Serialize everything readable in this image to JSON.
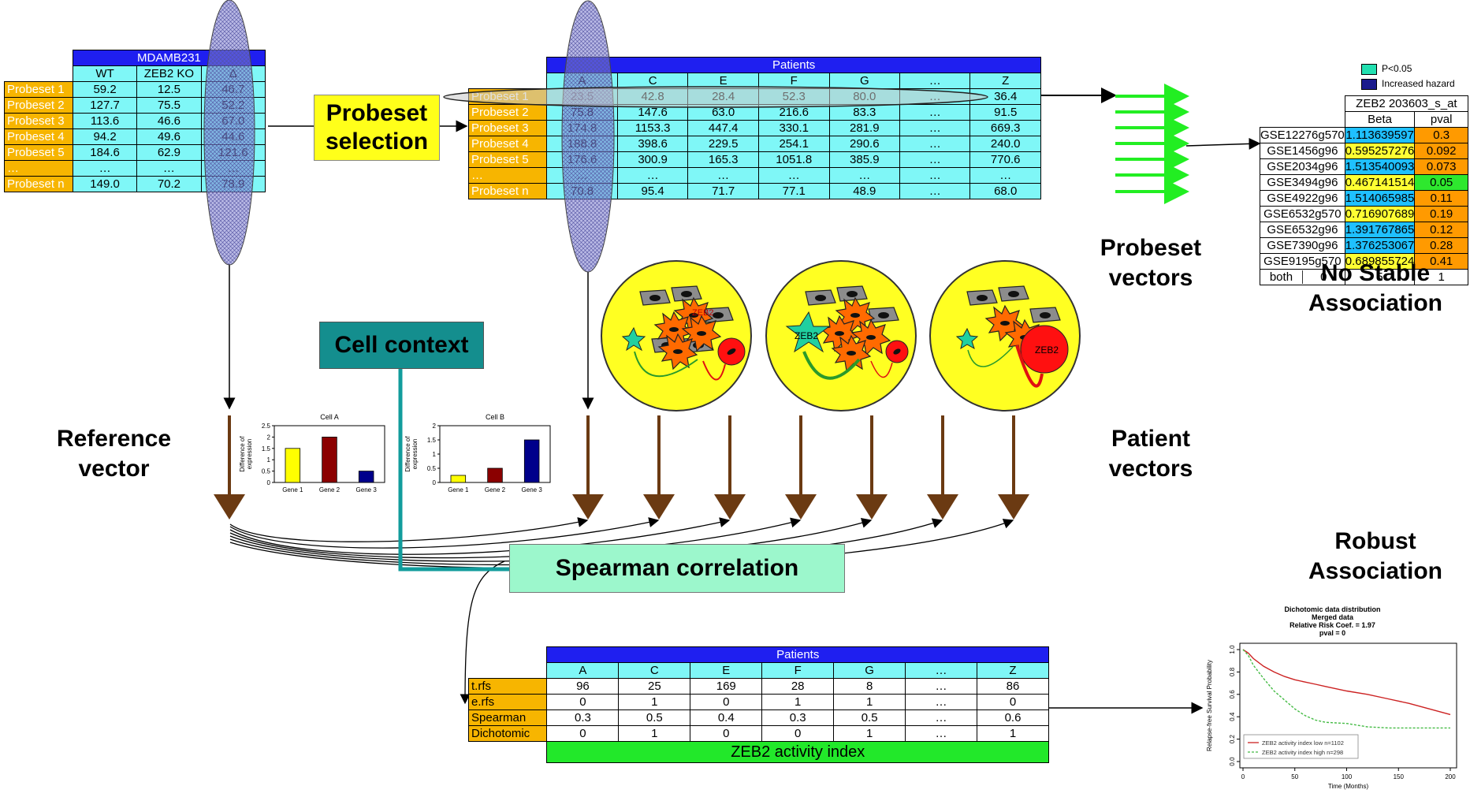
{
  "ref_table": {
    "title": "MDAMB231",
    "columns": [
      "WT",
      "ZEB2 KO",
      "Δ"
    ],
    "rows": [
      {
        "label": "Probeset 1",
        "values": [
          "59.2",
          "12.5",
          "46.7"
        ]
      },
      {
        "label": "Probeset 2",
        "values": [
          "127.7",
          "75.5",
          "52.2"
        ]
      },
      {
        "label": "Probeset 3",
        "values": [
          "113.6",
          "46.6",
          "67.0"
        ]
      },
      {
        "label": "Probeset 4",
        "values": [
          "94.2",
          "49.6",
          "44.6"
        ]
      },
      {
        "label": "Probeset 5",
        "values": [
          "184.6",
          "62.9",
          "121.6"
        ]
      },
      {
        "label": "…",
        "values": [
          "…",
          "…",
          "…"
        ]
      },
      {
        "label": "Probeset n",
        "values": [
          "149.0",
          "70.2",
          "78.9"
        ]
      }
    ]
  },
  "probeset_selection_label": "Probeset selection",
  "patients_table": {
    "title": "Patients",
    "columns": [
      "A",
      "C",
      "E",
      "F",
      "G",
      "…",
      "Z"
    ],
    "rows": [
      {
        "label": "Probeset 1",
        "values": [
          "23.5",
          "42.8",
          "28.4",
          "52.3",
          "80.0",
          "…",
          "36.4"
        ]
      },
      {
        "label": "Probeset 2",
        "values": [
          "75.8",
          "147.6",
          "63.0",
          "216.6",
          "83.3",
          "…",
          "91.5"
        ]
      },
      {
        "label": "Probeset 3",
        "values": [
          "174.8",
          "1153.3",
          "447.4",
          "330.1",
          "281.9",
          "…",
          "669.3"
        ]
      },
      {
        "label": "Probeset 4",
        "values": [
          "188.8",
          "398.6",
          "229.5",
          "254.1",
          "290.6",
          "…",
          "240.0"
        ]
      },
      {
        "label": "Probeset 5",
        "values": [
          "176.6",
          "300.9",
          "165.3",
          "1051.8",
          "385.9",
          "…",
          "770.6"
        ]
      },
      {
        "label": "…",
        "values": [
          "…",
          "…",
          "…",
          "…",
          "…",
          "…",
          "…"
        ]
      },
      {
        "label": "Probeset n",
        "values": [
          "70.8",
          "95.4",
          "71.7",
          "77.1",
          "48.9",
          "…",
          "68.0"
        ]
      }
    ]
  },
  "legend": {
    "p_label": "P<0.05",
    "hazard_label": "Increased hazard",
    "p_color": "#22e0b0",
    "hazard_color": "#1a1a8c"
  },
  "gse_table": {
    "title": "ZEB2 203603_s_at",
    "columns": [
      "Beta",
      "pval"
    ],
    "rows": [
      {
        "label": "GSE12276g570",
        "beta": "1.113639597",
        "pval": "0.3",
        "bc": "cb",
        "pc": "co"
      },
      {
        "label": "GSE1456g96",
        "beta": "0.595257276",
        "pval": "0.092",
        "bc": "cy",
        "pc": "co"
      },
      {
        "label": "GSE2034g96",
        "beta": "1.513540093",
        "pval": "0.073",
        "bc": "cb",
        "pc": "co"
      },
      {
        "label": "GSE3494g96",
        "beta": "0.467141514",
        "pval": "0.05",
        "bc": "cy",
        "pc": "cg"
      },
      {
        "label": "GSE4922g96",
        "beta": "1.514065985",
        "pval": "0.11",
        "bc": "cb",
        "pc": "co"
      },
      {
        "label": "GSE6532g570",
        "beta": "0.716907689",
        "pval": "0.19",
        "bc": "cy",
        "pc": "co"
      },
      {
        "label": "GSE6532g96",
        "beta": "1.391767865",
        "pval": "0.12",
        "bc": "cb",
        "pc": "co"
      },
      {
        "label": "GSE7390g96",
        "beta": "1.376253067",
        "pval": "0.28",
        "bc": "cb",
        "pc": "co"
      },
      {
        "label": "GSE9195g570",
        "beta": "0.689855724",
        "pval": "0.41",
        "bc": "cy",
        "pc": "co"
      }
    ],
    "footer": [
      "both",
      "0",
      "5",
      "1"
    ]
  },
  "labels": {
    "probeset_vectors": "Probeset vectors",
    "no_stable": "No Stable Association",
    "cell_context": "Cell context",
    "reference_vector": "Reference vector",
    "patient_vectors": "Patient vectors",
    "spearman": "Spearman correlation",
    "robust": "Robust Association",
    "zeb2_activity": "ZEB2 activity index"
  },
  "cell_zeb2_text": "ZEB2",
  "chart_data": [
    {
      "type": "bar",
      "title": "Cell A",
      "ylabel": "Difference of expression",
      "categories": [
        "Gene 1",
        "Gene 2",
        "Gene 3"
      ],
      "values": [
        1.5,
        2.0,
        0.5
      ],
      "colors": [
        "#ffff00",
        "#8b0000",
        "#00008b"
      ],
      "ylim": [
        0,
        2.5
      ],
      "ticks": [
        "0",
        "0.5",
        "1",
        "1.5",
        "2",
        "2.5"
      ]
    },
    {
      "type": "bar",
      "title": "Cell B",
      "ylabel": "Difference of expression",
      "categories": [
        "Gene 1",
        "Gene 2",
        "Gene 3"
      ],
      "values": [
        0.25,
        0.5,
        1.5
      ],
      "colors": [
        "#ffff00",
        "#8b0000",
        "#00008b"
      ],
      "ylim": [
        0,
        2
      ],
      "ticks": [
        "0",
        "0.5",
        "1",
        "1.5",
        "2"
      ]
    },
    {
      "type": "line",
      "title": "Dichotomic data distribution",
      "subtitle": "Merged data",
      "subtitle2": "Relative Risk Coef. = 1.97",
      "subtitle3": "pval = 0",
      "xlabel": "Time (Months)",
      "ylabel": "Relapse-free Survival Probability",
      "xlim": [
        0,
        200
      ],
      "ylim": [
        0,
        1
      ],
      "xticks": [
        "0",
        "50",
        "100",
        "150",
        "200"
      ],
      "yticks": [
        "0.0",
        "0.2",
        "0.4",
        "0.6",
        "0.8",
        "1.0"
      ],
      "series": [
        {
          "name": "ZEB2 activity index low n=1102",
          "color": "#cc2222",
          "x": [
            0,
            5,
            10,
            20,
            30,
            40,
            50,
            60,
            70,
            80,
            100,
            120,
            140,
            160,
            180,
            200
          ],
          "y": [
            1.0,
            0.97,
            0.92,
            0.85,
            0.8,
            0.76,
            0.73,
            0.71,
            0.69,
            0.67,
            0.63,
            0.6,
            0.56,
            0.52,
            0.47,
            0.42
          ]
        },
        {
          "name": "ZEB2 activity index high n=298",
          "color": "#44bb44",
          "x": [
            0,
            5,
            10,
            20,
            30,
            40,
            50,
            60,
            70,
            80,
            100,
            120,
            140,
            160,
            180,
            200
          ],
          "y": [
            1.0,
            0.95,
            0.86,
            0.74,
            0.63,
            0.55,
            0.47,
            0.41,
            0.37,
            0.35,
            0.34,
            0.31,
            0.3,
            0.3,
            0.3,
            0.3
          ]
        }
      ]
    }
  ],
  "activity_table": {
    "title": "Patients",
    "columns": [
      "A",
      "C",
      "E",
      "F",
      "G",
      "…",
      "Z"
    ],
    "rows": [
      {
        "label": "t.rfs",
        "values": [
          "96",
          "25",
          "169",
          "28",
          "8",
          "…",
          "86"
        ]
      },
      {
        "label": "e.rfs",
        "values": [
          "0",
          "1",
          "0",
          "1",
          "1",
          "…",
          "0"
        ]
      },
      {
        "label": "Spearman",
        "values": [
          "0.3",
          "0.5",
          "0.4",
          "0.3",
          "0.5",
          "…",
          "0.6"
        ]
      },
      {
        "label": "Dichotomic",
        "values": [
          "0",
          "1",
          "0",
          "0",
          "1",
          "…",
          "1"
        ]
      }
    ]
  }
}
